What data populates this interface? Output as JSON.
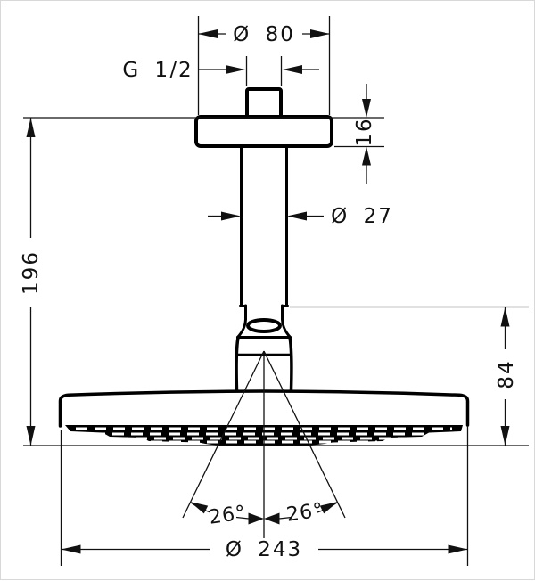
{
  "colors": {
    "ink": "#000000",
    "background": "#ffffff"
  },
  "labels": {
    "dia_top_flange": "Ø 80",
    "thread": "G 1/2",
    "flange_height": "16",
    "dia_arm": "Ø 27",
    "overall_height": "196",
    "head_offset_height": "84",
    "spray_angle_left": "26°",
    "spray_angle_right": "26°",
    "dia_head": "Ø 243"
  }
}
